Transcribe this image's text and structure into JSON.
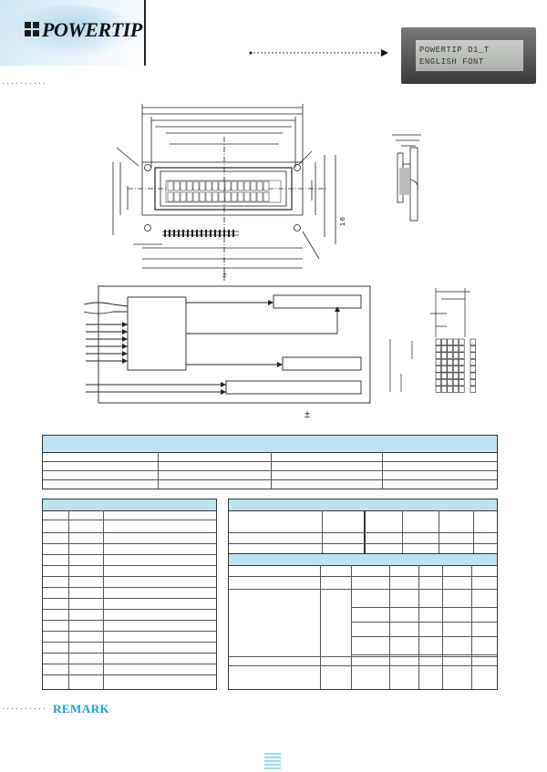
{
  "header": {
    "brand": "POWERTIP",
    "left_dots": "··········",
    "remark_dots": "··········"
  },
  "lcd_photo": {
    "line1": "POWERTIP D1_T",
    "line2": "ENGLISH FONT"
  },
  "drawing": {
    "plusminus_top": "±",
    "plusminus_bottom": "±",
    "dim_16": "1.6"
  },
  "remark": {
    "title": "REMARK"
  },
  "colors": {
    "table_header": "#bde3ef",
    "remark": "#1a9ed6"
  }
}
